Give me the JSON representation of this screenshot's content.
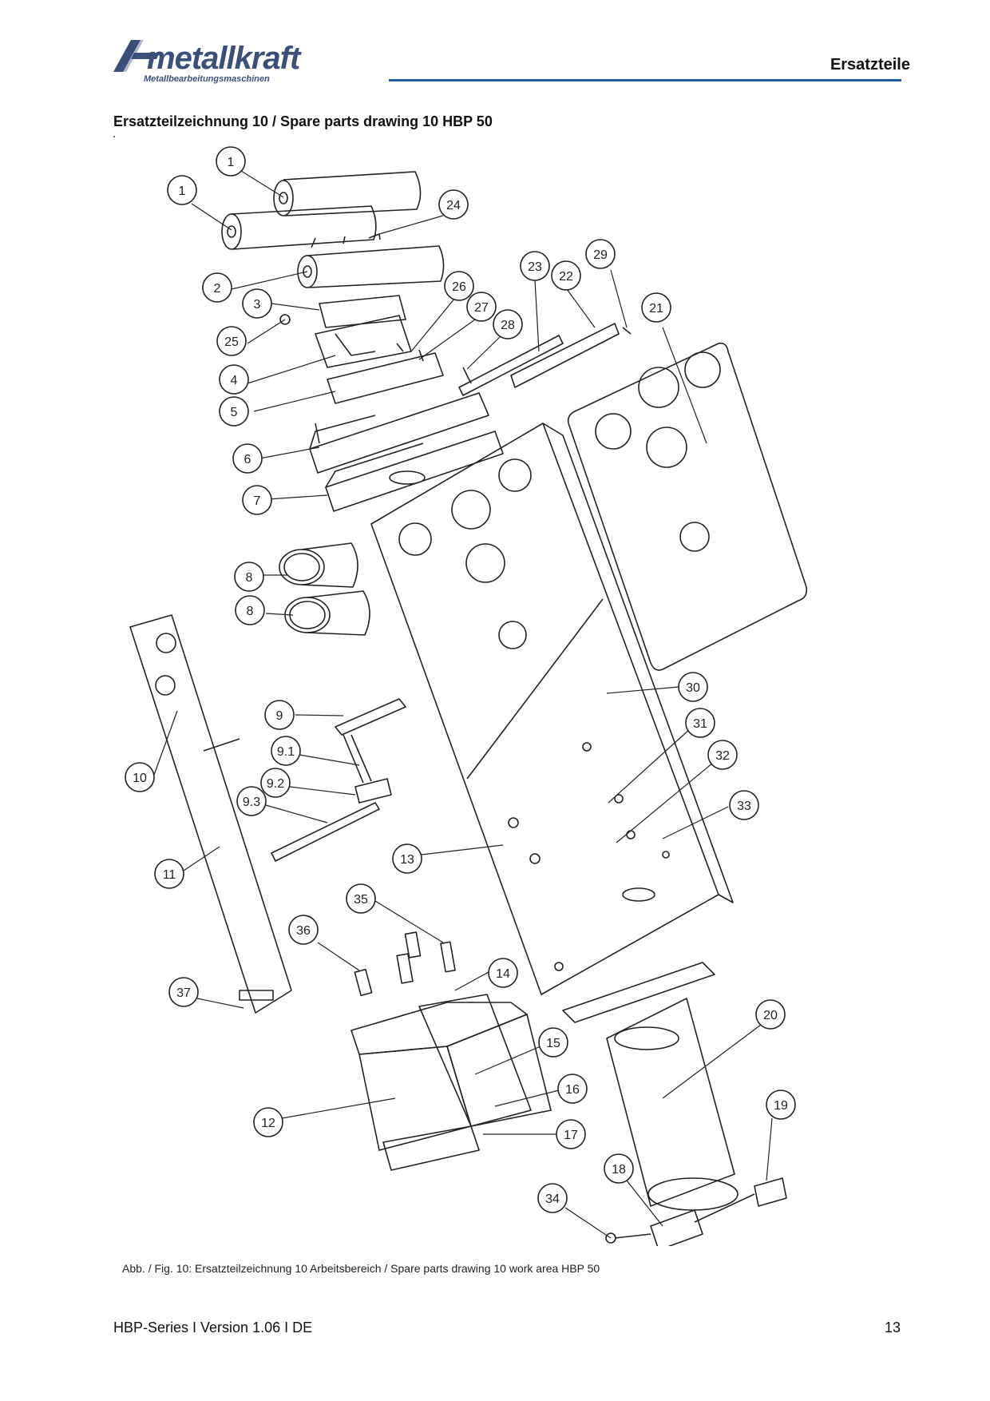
{
  "header": {
    "brand": "metallkraft",
    "brand_subline": "Metallbearbeitungsmaschinen",
    "section": "Ersatzteile",
    "rule_color": "#1f5aa6",
    "logo_color": "#3a4f7a"
  },
  "title": "Ersatzteilzeichnung 10 / Spare parts drawing 10 HBP 50",
  "callouts": [
    "1",
    "1",
    "24",
    "2",
    "3",
    "25",
    "26",
    "27",
    "28",
    "23",
    "22",
    "29",
    "21",
    "4",
    "5",
    "6",
    "7",
    "8",
    "8",
    "10",
    "9",
    "9.1",
    "9.2",
    "9.3",
    "11",
    "30",
    "31",
    "32",
    "33",
    "13",
    "35",
    "36",
    "14",
    "37",
    "15",
    "16",
    "12",
    "17",
    "20",
    "19",
    "18",
    "34"
  ],
  "caption": "Abb. / Fig. 10: Ersatzteilzeichnung 10 Arbeitsbereich / Spare parts drawing 10 work area HBP 50",
  "footer": {
    "left": "HBP-Series I Version 1.06 I DE",
    "page": "13"
  }
}
